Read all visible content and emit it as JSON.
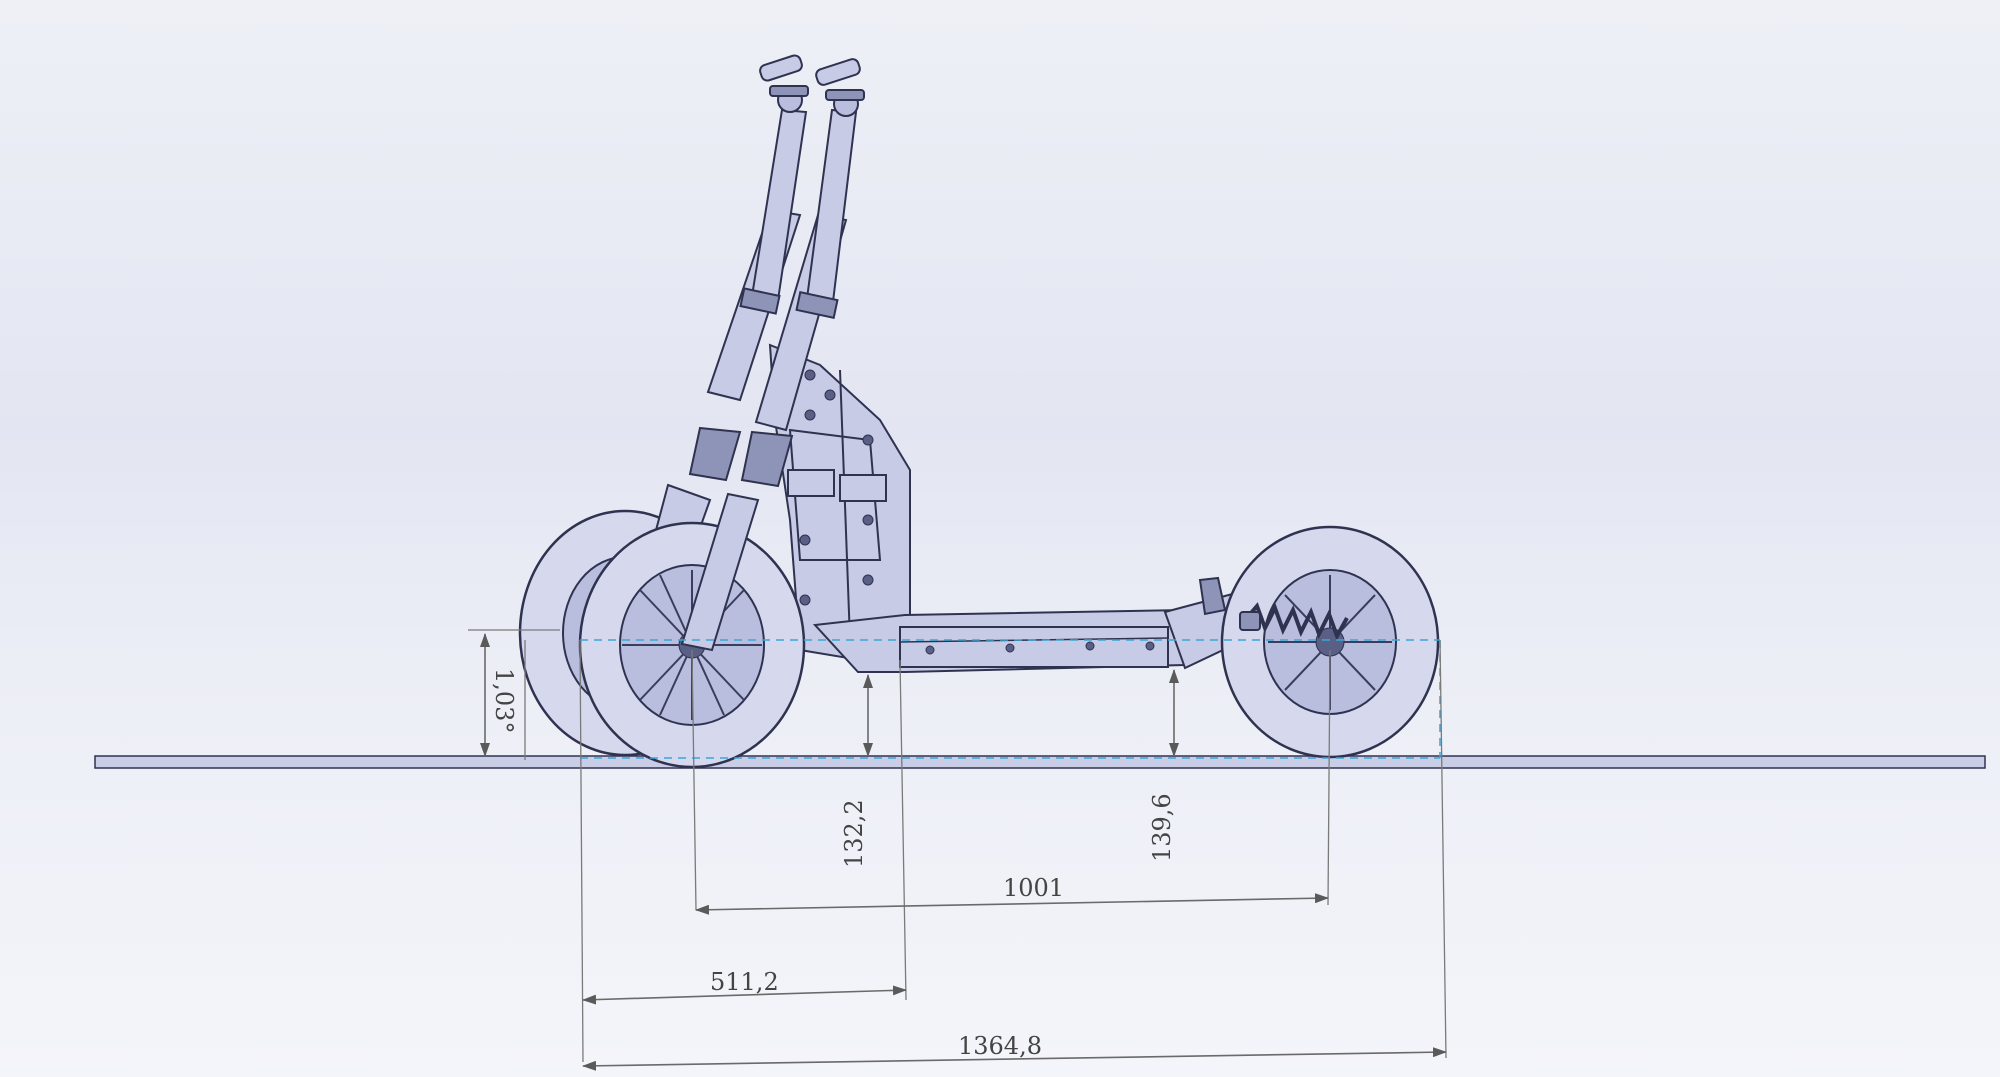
{
  "dimensions": {
    "angle": "1,03°",
    "front_deck_height": "132,2",
    "rear_deck_height": "139,6",
    "wheelbase": "1001",
    "front_to_deck": "511,2",
    "overall_length": "1364,8"
  },
  "colors": {
    "part_fill": "#c7cbe6",
    "outline": "#2f3350",
    "dimension": "#6a6a6a",
    "reference": "#3aa6d8"
  }
}
